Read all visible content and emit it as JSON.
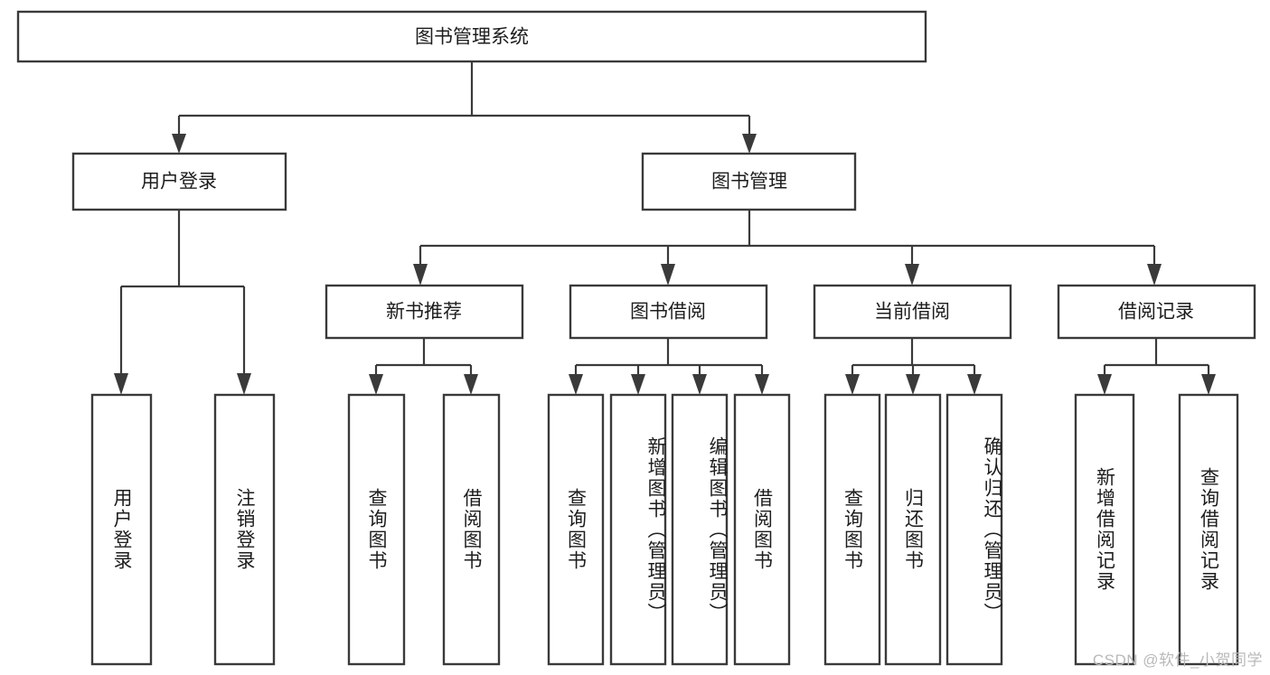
{
  "diagram": {
    "type": "tree",
    "title": "图书管理系统",
    "orientation": "top-down",
    "watermark": "CSDN @软件_小贺同学",
    "colors": {
      "box_stroke": "#3a3a3a",
      "box_fill": "#ffffff",
      "connector": "#3a3a3a",
      "text": "#1d1d1d",
      "background": "#ffffff",
      "watermark": "#b9b9b9"
    },
    "root": {
      "label": "图书管理系统"
    },
    "level2": [
      {
        "label": "用户登录"
      },
      {
        "label": "图书管理"
      }
    ],
    "level3": [
      {
        "label": "新书推荐"
      },
      {
        "label": "图书借阅"
      },
      {
        "label": "当前借阅"
      },
      {
        "label": "借阅记录"
      }
    ],
    "leaves": {
      "user_login": [
        {
          "label": "用户登录"
        },
        {
          "label": "注销登录"
        }
      ],
      "new_book_recommend": [
        {
          "label": "查询图书"
        },
        {
          "label": "借阅图书"
        }
      ],
      "book_borrow": [
        {
          "label": "查询图书"
        },
        {
          "label": "新增图书（管理员）"
        },
        {
          "label": "编辑图书（管理员）"
        },
        {
          "label": "借阅图书"
        }
      ],
      "current_borrow": [
        {
          "label": "查询图书"
        },
        {
          "label": "归还图书"
        },
        {
          "label": "确认归还（管理员）"
        }
      ],
      "borrow_records": [
        {
          "label": "新增借阅记录"
        },
        {
          "label": "查询借阅记录"
        }
      ]
    }
  }
}
